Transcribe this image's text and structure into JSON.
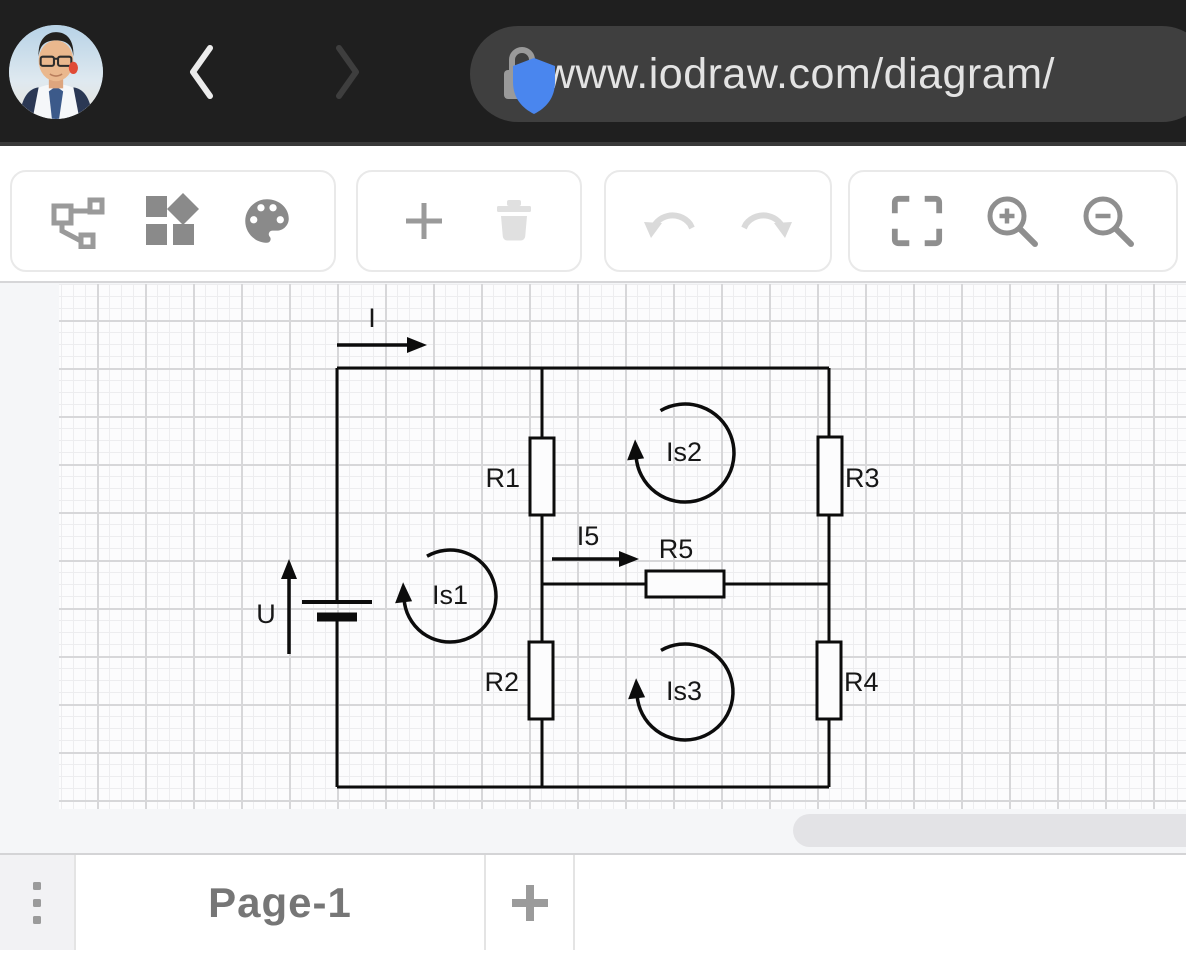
{
  "browser": {
    "url": "www.iodraw.com/diagram/",
    "shield_color": "#4a86ee"
  },
  "toolbar": {
    "groups": [
      {
        "name": "tools",
        "icons": [
          "tree-structure",
          "shape-library",
          "color-palette"
        ]
      },
      {
        "name": "edit",
        "icons": [
          "add-shape",
          "delete"
        ]
      },
      {
        "name": "history",
        "icons": [
          "undo",
          "redo"
        ]
      },
      {
        "name": "view",
        "icons": [
          "fit-screen",
          "zoom-in",
          "zoom-out"
        ]
      }
    ]
  },
  "diagram": {
    "type": "circuit-schematic",
    "labels": {
      "source_current": "I",
      "source_voltage": "U",
      "branch_current": "I5",
      "r1": "R1",
      "r2": "R2",
      "r3": "R3",
      "r4": "R4",
      "r5": "R5",
      "loop1": "Is1",
      "loop2": "Is2",
      "loop3": "Is3"
    }
  },
  "pages_bar": {
    "page_tab": "Page-1"
  }
}
